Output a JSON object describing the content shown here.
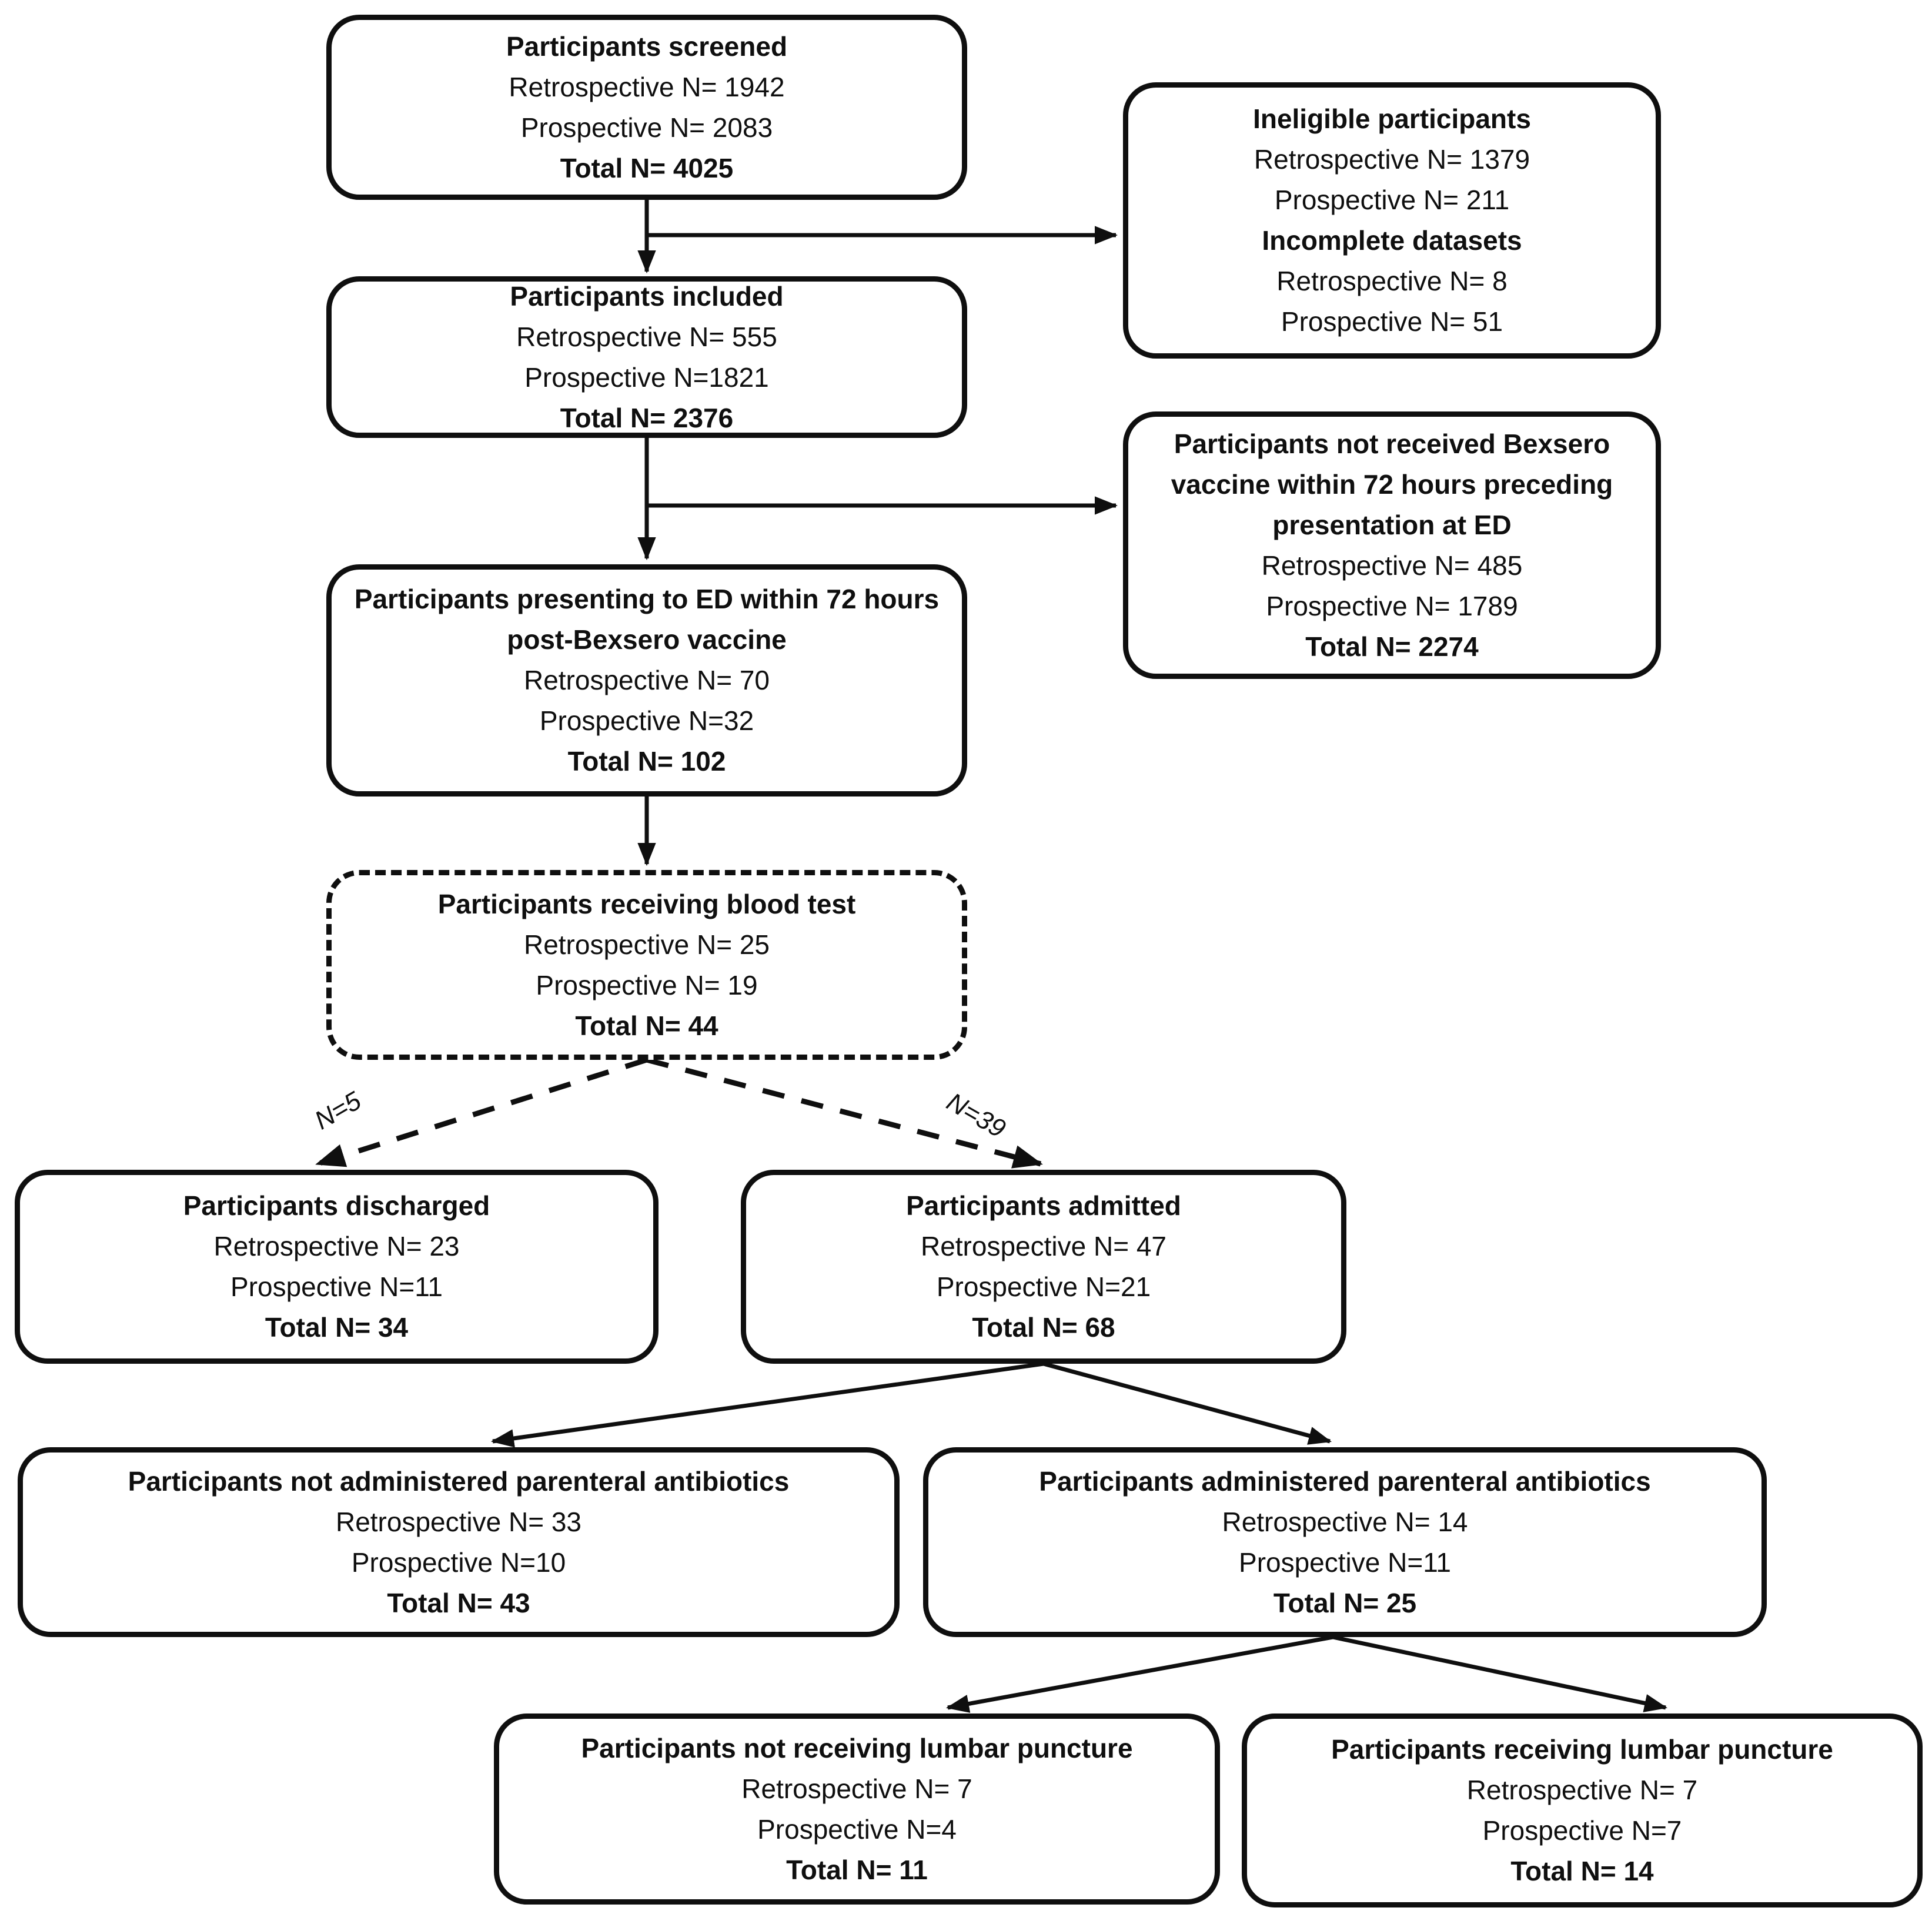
{
  "boxes": {
    "screened": {
      "title": "Participants screened",
      "retrospective": "Retrospective N= 1942",
      "prospective": "Prospective N= 2083",
      "total": "Total N= 4025"
    },
    "ineligible": {
      "title1": "Ineligible participants",
      "retrospective1": "Retrospective N= 1379",
      "prospective1": "Prospective N= 211",
      "title2": "Incomplete datasets",
      "retrospective2": "Retrospective N= 8",
      "prospective2": "Prospective N= 51"
    },
    "included": {
      "title": "Participants included",
      "retrospective": "Retrospective N= 555",
      "prospective": "Prospective N=1821",
      "total": "Total N= 2376"
    },
    "not_received": {
      "title": "Participants not received Bexsero vaccine within 72 hours preceding presentation at ED",
      "retrospective": "Retrospective N= 485",
      "prospective": "Prospective N= 1789",
      "total": "Total N= 2274"
    },
    "presenting": {
      "title": "Participants presenting to ED within 72 hours post-Bexsero vaccine",
      "retrospective": "Retrospective N= 70",
      "prospective": "Prospective N=32",
      "total": "Total N= 102"
    },
    "blood_test": {
      "title": "Participants receiving blood test",
      "retrospective": "Retrospective N= 25",
      "prospective": "Prospective N= 19",
      "total": "Total N= 44"
    },
    "discharged": {
      "title": "Participants discharged",
      "retrospective": "Retrospective N= 23",
      "prospective": "Prospective N=11",
      "total": "Total N= 34"
    },
    "admitted": {
      "title": "Participants admitted",
      "retrospective": "Retrospective N= 47",
      "prospective": "Prospective N=21",
      "total": "Total N= 68"
    },
    "no_antibiotics": {
      "title": "Participants not administered parenteral antibiotics",
      "retrospective": "Retrospective N= 33",
      "prospective": "Prospective N=10",
      "total": "Total N= 43"
    },
    "antibiotics": {
      "title": "Participants administered parenteral antibiotics",
      "retrospective": "Retrospective N= 14",
      "prospective": "Prospective N=11",
      "total": "Total N= 25"
    },
    "no_lumbar_puncture": {
      "title": "Participants not receiving lumbar puncture",
      "retrospective": "Retrospective N= 7",
      "prospective": "Prospective N=4",
      "total": "Total N= 11"
    },
    "lumbar_puncture": {
      "title": "Participants receiving lumbar puncture",
      "retrospective": "Retrospective N= 7",
      "prospective": "Prospective N=7",
      "total": "Total N= 14"
    }
  },
  "edge_labels": {
    "discharged": "N=5",
    "admitted": "N=39"
  },
  "colors": {
    "line": "#0f0f0f",
    "background": "#ffffff"
  }
}
